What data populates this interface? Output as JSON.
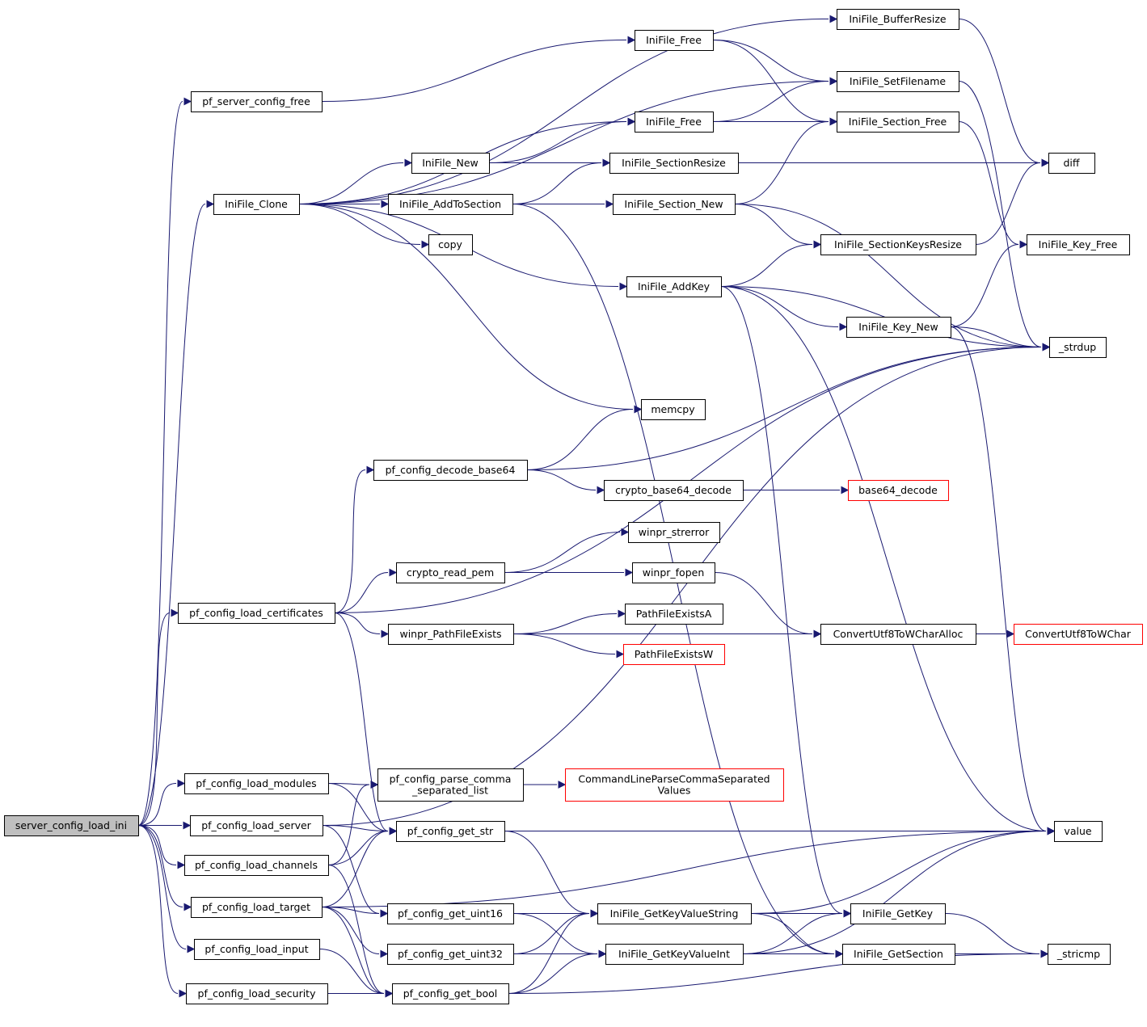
{
  "graph": {
    "nodes": [
      {
        "id": "root",
        "label": "server_config_load_ini",
        "kind": "root"
      },
      {
        "id": "srvfree",
        "label": "pf_server_config_free"
      },
      {
        "id": "clone",
        "label": "IniFile_Clone"
      },
      {
        "id": "certs",
        "label": "pf_config_load_certificates"
      },
      {
        "id": "modules",
        "label": "pf_config_load_modules"
      },
      {
        "id": "server",
        "label": "pf_config_load_server"
      },
      {
        "id": "channels",
        "label": "pf_config_load_channels"
      },
      {
        "id": "target",
        "label": "pf_config_load_target"
      },
      {
        "id": "input",
        "label": "pf_config_load_input"
      },
      {
        "id": "security",
        "label": "pf_config_load_security"
      },
      {
        "id": "new",
        "label": "IniFile_New"
      },
      {
        "id": "addsec",
        "label": "IniFile_AddToSection"
      },
      {
        "id": "copy",
        "label": "copy"
      },
      {
        "id": "dec64",
        "label": "pf_config_decode_base64"
      },
      {
        "id": "readpem",
        "label": "crypto_read_pem"
      },
      {
        "id": "pathex",
        "label": "winpr_PathFileExists"
      },
      {
        "id": "parse",
        "label": "pf_config_parse_comma\n_separated_list"
      },
      {
        "id": "getstr",
        "label": "pf_config_get_str"
      },
      {
        "id": "getu16",
        "label": "pf_config_get_uint16"
      },
      {
        "id": "getu32",
        "label": "pf_config_get_uint32"
      },
      {
        "id": "getbool",
        "label": "pf_config_get_bool"
      },
      {
        "id": "free1",
        "label": "IniFile_Free"
      },
      {
        "id": "free2",
        "label": "IniFile_Free"
      },
      {
        "id": "secres",
        "label": "IniFile_SectionResize"
      },
      {
        "id": "secnew",
        "label": "IniFile_Section_New"
      },
      {
        "id": "addkey",
        "label": "IniFile_AddKey"
      },
      {
        "id": "memcpy",
        "label": "memcpy"
      },
      {
        "id": "b64dec",
        "label": "crypto_base64_decode"
      },
      {
        "id": "strerr",
        "label": "winpr_strerror"
      },
      {
        "id": "fopen",
        "label": "winpr_fopen"
      },
      {
        "id": "pfea",
        "label": "PathFileExistsA"
      },
      {
        "id": "pfew",
        "label": "PathFileExistsW",
        "kind": "trunc"
      },
      {
        "id": "clpcsv",
        "label": "CommandLineParseCommaSeparated\nValues",
        "kind": "trunc"
      },
      {
        "id": "getkvs",
        "label": "IniFile_GetKeyValueString"
      },
      {
        "id": "getkvi",
        "label": "IniFile_GetKeyValueInt"
      },
      {
        "id": "bufres",
        "label": "IniFile_BufferResize"
      },
      {
        "id": "setfn",
        "label": "IniFile_SetFilename"
      },
      {
        "id": "secfree",
        "label": "IniFile_Section_Free"
      },
      {
        "id": "skres",
        "label": "IniFile_SectionKeysResize"
      },
      {
        "id": "keynew",
        "label": "IniFile_Key_New"
      },
      {
        "id": "b64",
        "label": "base64_decode",
        "kind": "trunc"
      },
      {
        "id": "cu8a",
        "label": "ConvertUtf8ToWCharAlloc"
      },
      {
        "id": "getkey",
        "label": "IniFile_GetKey"
      },
      {
        "id": "getsec",
        "label": "IniFile_GetSection"
      },
      {
        "id": "diff",
        "label": "diff"
      },
      {
        "id": "keyfree",
        "label": "IniFile_Key_Free"
      },
      {
        "id": "strdup",
        "label": "_strdup"
      },
      {
        "id": "cu8",
        "label": "ConvertUtf8ToWChar",
        "kind": "trunc"
      },
      {
        "id": "value",
        "label": "value"
      },
      {
        "id": "stricmp",
        "label": "_stricmp"
      }
    ],
    "edges": [
      [
        "root",
        "srvfree"
      ],
      [
        "root",
        "clone"
      ],
      [
        "root",
        "certs"
      ],
      [
        "root",
        "modules"
      ],
      [
        "root",
        "server"
      ],
      [
        "root",
        "channels"
      ],
      [
        "root",
        "target"
      ],
      [
        "root",
        "input"
      ],
      [
        "root",
        "security"
      ],
      [
        "srvfree",
        "free1"
      ],
      [
        "clone",
        "bufres"
      ],
      [
        "clone",
        "setfn"
      ],
      [
        "clone",
        "free2"
      ],
      [
        "clone",
        "new"
      ],
      [
        "clone",
        "addsec"
      ],
      [
        "clone",
        "copy"
      ],
      [
        "clone",
        "addkey"
      ],
      [
        "clone",
        "memcpy"
      ],
      [
        "new",
        "free2"
      ],
      [
        "new",
        "secres"
      ],
      [
        "addsec",
        "secres"
      ],
      [
        "addsec",
        "secnew"
      ],
      [
        "addsec",
        "getsec"
      ],
      [
        "free1",
        "setfn"
      ],
      [
        "free1",
        "secfree"
      ],
      [
        "free2",
        "setfn"
      ],
      [
        "free2",
        "secfree"
      ],
      [
        "secres",
        "diff"
      ],
      [
        "secnew",
        "secfree"
      ],
      [
        "secnew",
        "skres"
      ],
      [
        "secnew",
        "strdup"
      ],
      [
        "addkey",
        "skres"
      ],
      [
        "addkey",
        "keynew"
      ],
      [
        "addkey",
        "strdup"
      ],
      [
        "addkey",
        "getkey"
      ],
      [
        "addkey",
        "value"
      ],
      [
        "bufres",
        "diff"
      ],
      [
        "setfn",
        "strdup"
      ],
      [
        "secfree",
        "keyfree"
      ],
      [
        "skres",
        "diff"
      ],
      [
        "keynew",
        "keyfree"
      ],
      [
        "keynew",
        "strdup"
      ],
      [
        "keynew",
        "value"
      ],
      [
        "certs",
        "strdup"
      ],
      [
        "certs",
        "dec64"
      ],
      [
        "certs",
        "readpem"
      ],
      [
        "certs",
        "pathex"
      ],
      [
        "certs",
        "getstr"
      ],
      [
        "dec64",
        "memcpy"
      ],
      [
        "dec64",
        "strdup"
      ],
      [
        "dec64",
        "b64dec"
      ],
      [
        "b64dec",
        "b64"
      ],
      [
        "readpem",
        "strerr"
      ],
      [
        "readpem",
        "fopen"
      ],
      [
        "fopen",
        "cu8a"
      ],
      [
        "pathex",
        "pfea"
      ],
      [
        "pathex",
        "pfew"
      ],
      [
        "pathex",
        "cu8a"
      ],
      [
        "cu8a",
        "cu8"
      ],
      [
        "modules",
        "parse"
      ],
      [
        "modules",
        "getstr"
      ],
      [
        "parse",
        "clpcsv"
      ],
      [
        "server",
        "strdup"
      ],
      [
        "server",
        "getstr"
      ],
      [
        "server",
        "getu16"
      ],
      [
        "channels",
        "parse"
      ],
      [
        "channels",
        "getstr"
      ],
      [
        "channels",
        "getbool"
      ],
      [
        "target",
        "getstr"
      ],
      [
        "target",
        "getu16"
      ],
      [
        "target",
        "getu32"
      ],
      [
        "target",
        "getbool"
      ],
      [
        "target",
        "value"
      ],
      [
        "input",
        "getbool"
      ],
      [
        "security",
        "getbool"
      ],
      [
        "getstr",
        "value"
      ],
      [
        "getstr",
        "getkvs"
      ],
      [
        "getu16",
        "getkvs"
      ],
      [
        "getu16",
        "getkvi"
      ],
      [
        "getu32",
        "getkvs"
      ],
      [
        "getu32",
        "getkvi"
      ],
      [
        "getbool",
        "getkvs"
      ],
      [
        "getbool",
        "getkvi"
      ],
      [
        "getbool",
        "stricmp"
      ],
      [
        "getkvs",
        "value"
      ],
      [
        "getkvs",
        "getkey"
      ],
      [
        "getkvs",
        "getsec"
      ],
      [
        "getkvi",
        "getkey"
      ],
      [
        "getkvi",
        "getsec"
      ],
      [
        "getkvi",
        "value"
      ],
      [
        "getkey",
        "stricmp"
      ],
      [
        "getsec",
        "stricmp"
      ]
    ]
  }
}
